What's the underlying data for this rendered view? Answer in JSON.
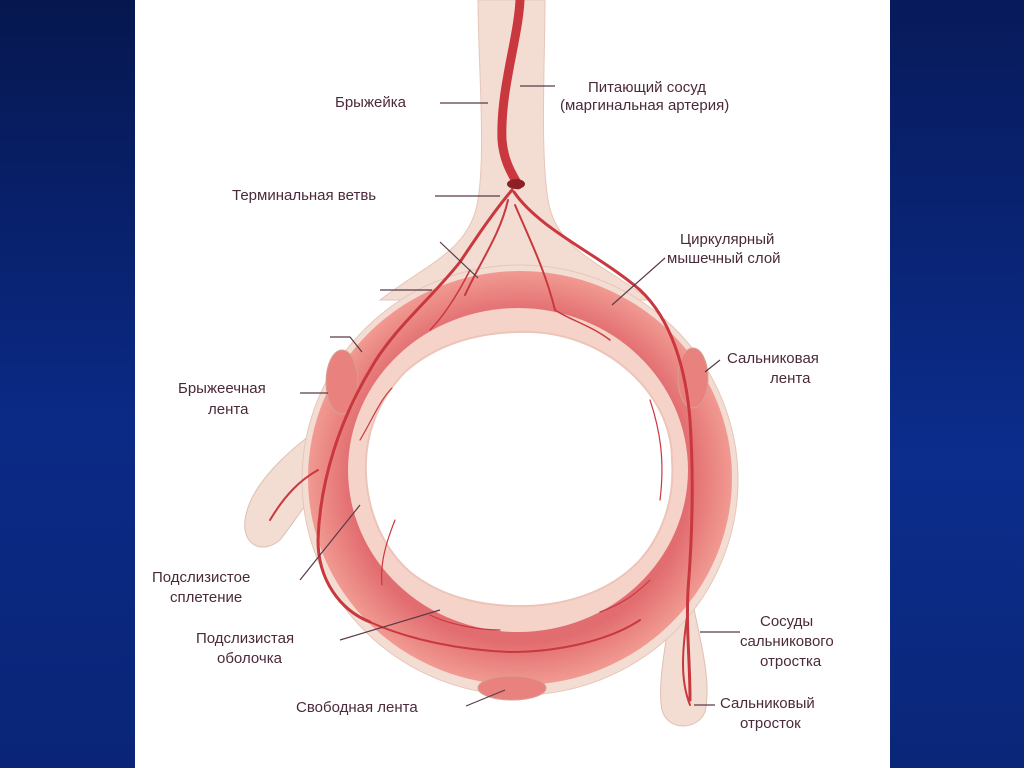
{
  "labels": {
    "mesentery": "Брыжейка",
    "feeding_vessel_1": "Питающий сосуд",
    "feeding_vessel_2": "(маргинальная артерия)",
    "terminal_branch": "Терминальная ветвь",
    "circular_layer_1": "Циркулярный",
    "circular_layer_2": "мышечный слой",
    "mesenteric_band_1": "Брыжеечная",
    "mesenteric_band_2": "лента",
    "omental_band_1": "Сальниковая",
    "omental_band_2": "лента",
    "submucosal_plexus_1": "Подслизистое",
    "submucosal_plexus_2": "сплетение",
    "submucosa_1": "Подслизистая",
    "submucosa_2": "оболочка",
    "appendix_vessels_1": "Сосуды",
    "appendix_vessels_2": "сальникового",
    "appendix_vessels_3": "отростка",
    "free_band": "Свободная лента",
    "epiploic_appendix_1": "Сальниковый",
    "epiploic_appendix_2": "отросток"
  },
  "colors": {
    "background": "#0a1f6b",
    "panel": "#ffffff",
    "mesentery": "#f3ddd2",
    "muscle_layer": "#e8787a",
    "submucosa": "#f6d3c9",
    "vessel": "#c9383f",
    "label_text": "#4a2a3a"
  }
}
